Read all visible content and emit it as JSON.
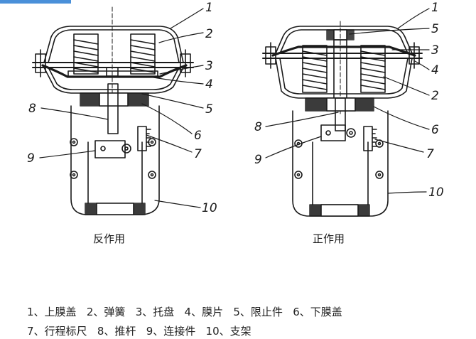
{
  "diagrams": [
    {
      "caption": "反作用"
    },
    {
      "caption": "正作用"
    }
  ],
  "callouts_left": [
    "1",
    "2",
    "3",
    "4",
    "5",
    "6",
    "7",
    "8",
    "9",
    "10"
  ],
  "callouts_right": [
    "1",
    "5",
    "3",
    "4",
    "2",
    "6",
    "7",
    "8",
    "9",
    "10"
  ],
  "legend": {
    "line1": "1、上膜盖   2、弹簧   3、托盘   4、膜片   5、限止件   6、下膜盖",
    "line2": "7、行程标尺   8、推杆   9、连接件   10、支架"
  },
  "colors": {
    "ink": "#1a1a1a",
    "topbar": "#4a90d9"
  }
}
